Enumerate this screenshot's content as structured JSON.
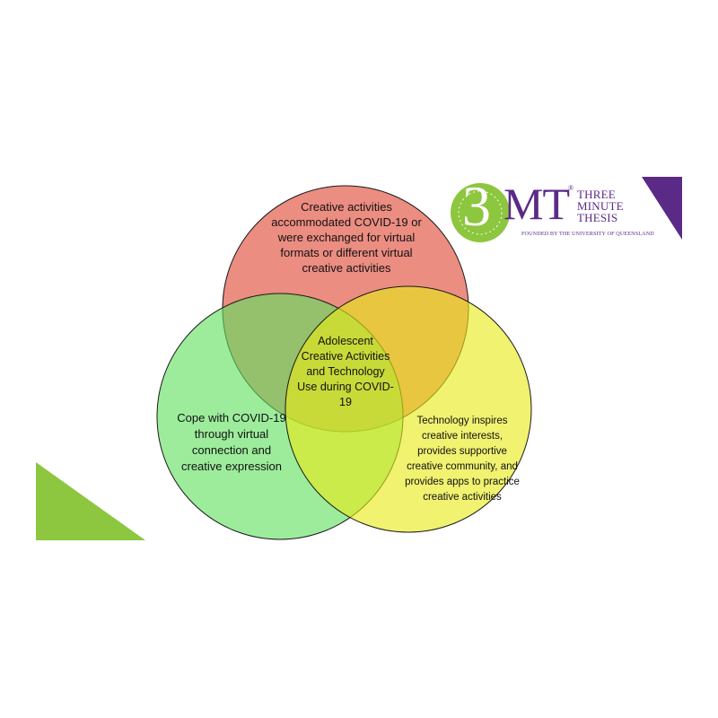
{
  "diagram": {
    "circles": {
      "top": {
        "text": "Creative activities accommodated COVID-19 or were exchanged for virtual formats or different virtual creative activities",
        "color": "#e87466"
      },
      "left": {
        "text": "Cope with COVID-19 through virtual connection and creative expression",
        "color": "#6fe06f"
      },
      "right": {
        "text": "Technology inspires creative interests, provides supportive creative community, and provides apps to practice creative activities",
        "color": "#e8ea2e"
      },
      "center": {
        "text": "Adolescent Creative Activities and Technology Use during COVID-19"
      }
    }
  },
  "logo": {
    "mark": "3MT",
    "registered": "®",
    "line1": "THREE",
    "line2": "MINUTE",
    "line3": "THESIS",
    "subtitle": "FOUNDED BY THE UNIVERSITY OF QUEENSLAND",
    "purple": "#5b2a86",
    "green": "#8dc63f"
  },
  "decorations": {
    "corner_triangle_color": "#8dc63f",
    "top_right_triangle_color": "#5b2a86"
  }
}
